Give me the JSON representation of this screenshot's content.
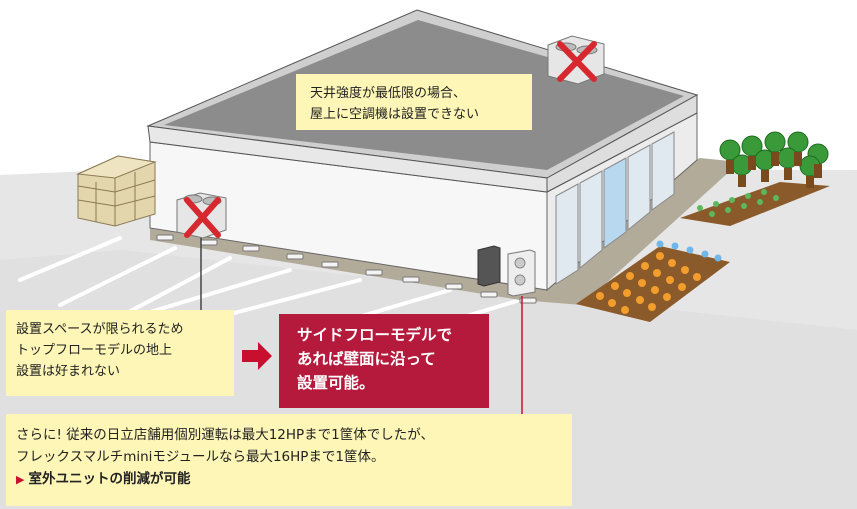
{
  "notes": {
    "roof": [
      "天井強度が最低限の場合、",
      "屋上に空調機は設置できない"
    ],
    "space": [
      "設置スペースが限られるため",
      "トップフローモデルの地上",
      "設置は好まれない"
    ],
    "side_flow": [
      "サイドフローモデルで",
      "あれば壁面に沿って",
      "設置可能。"
    ],
    "bottom": [
      "さらに! 従来の日立店舗用個別運転は最大12HPまで1筐体でしたが、",
      "フレックスマルチminiモジュールなら最大16HPまで1筐体。"
    ],
    "conclusion": "室外ユニットの削減が可能"
  },
  "colors": {
    "note_bg": "#fdf6b7",
    "highlight": "#b51a3c",
    "x_mark": "#d7282f",
    "arrow": "#c8102e"
  }
}
